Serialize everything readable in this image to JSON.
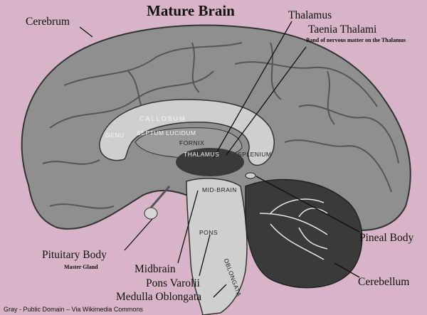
{
  "title": "Mature Brain",
  "labels": {
    "cerebrum": "Cerebrum",
    "thalamus": "Thalamus",
    "taenia_thalami": "Taenia Thalami",
    "taenia_desc": "Band of nervous matter on the Thalamus",
    "pineal_body": "Pineal Body",
    "cerebellum": "Cerebellum",
    "pituitary_body": "Pituitary Body",
    "pituitary_desc": "Master Gland",
    "midbrain": "Midbrain",
    "pons_varolii": "Pons Varolii",
    "medulla_oblongata": "Medulla Oblongata"
  },
  "structures": {
    "callosum": "CALLOSUM",
    "genu": "GENU",
    "septum_lucidum": "SEPTUM LUCIDUM",
    "fornix": "FORNIX",
    "thalamus": "THALAMUS",
    "splenium": "SPLENIUM",
    "mid_brain": "MID-BRAIN",
    "pons": "PONS",
    "oblongata": "OBLONGATA"
  },
  "credit": "Gray - Public Domain – Via Wikimedia Commons",
  "colors": {
    "background": "#d8b4c8",
    "cortex": "#8f8f8f",
    "callosum": "#cfcfcf",
    "dark": "#2a2a2a"
  }
}
